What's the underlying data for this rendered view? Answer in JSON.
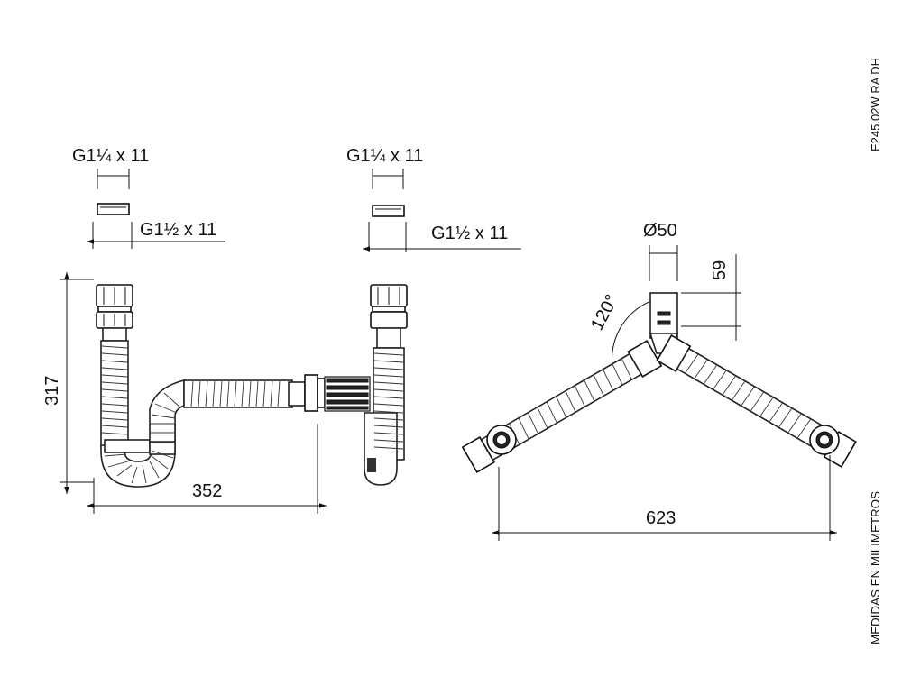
{
  "drawing_code": "E245.02W RA DH",
  "units_note": "MEDIDAS EN MILIMETROS",
  "left_view": {
    "thread_top_left": "G1¼ x 11",
    "thread_bottom_left": "G1½ x 11",
    "thread_top_right": "G1¼ x 11",
    "thread_bottom_right": "G1½ x 11",
    "height_dim": "317",
    "width_dim": "352"
  },
  "right_view": {
    "diameter_dim": "Ø50",
    "height_dim": "59",
    "angle_dim": "120°",
    "width_dim": "623"
  }
}
